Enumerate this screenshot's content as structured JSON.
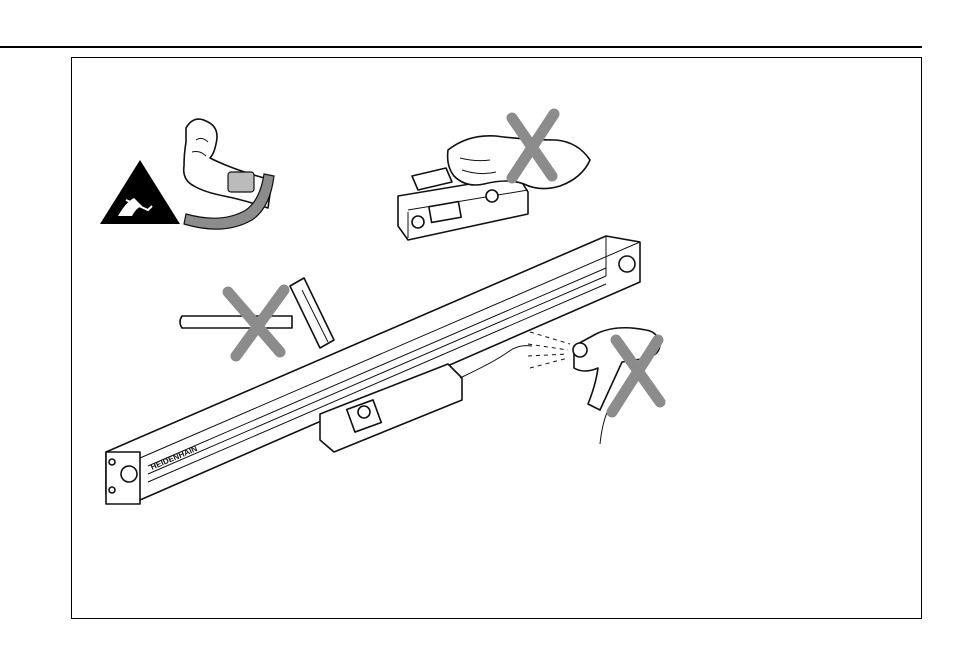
{
  "page": {
    "illustration_brand_label": "HEIDENHAIN"
  },
  "icons": {
    "esd_warning": "esd-triangle-icon",
    "wrist_strap": "grounding-wrist-strap",
    "do_not_touch": "prohibited-cross",
    "do_not_hammer": "prohibited-cross",
    "do_not_blow": "prohibited-cross"
  },
  "colors": {
    "line": "#000000",
    "prohibit_cross": "#8c8c8c",
    "strap": "#8c8c8c"
  }
}
